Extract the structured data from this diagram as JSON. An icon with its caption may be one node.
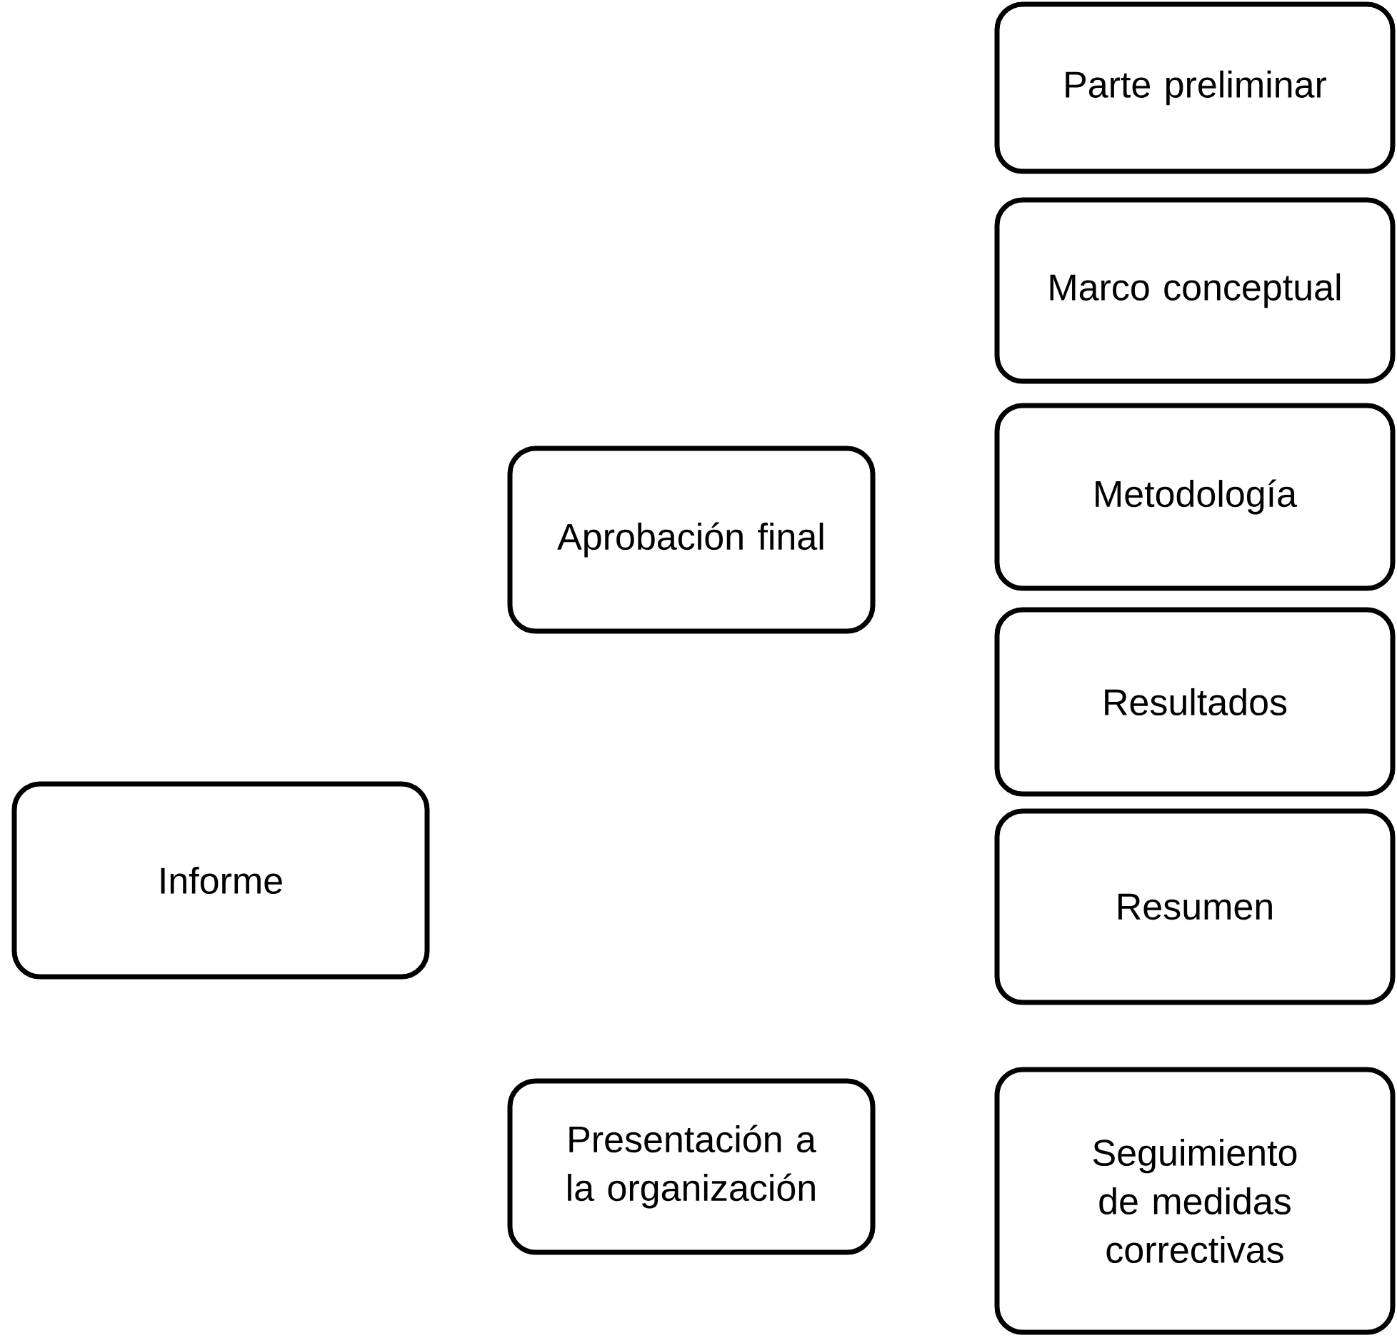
{
  "diagram": {
    "nodes": [
      {
        "text": [
          "Informe"
        ]
      },
      {
        "text": [
          "Aprobación final"
        ]
      },
      {
        "text": [
          "Presentación a la organización"
        ]
      },
      {
        "text": [
          "Parte preliminar"
        ]
      },
      {
        "text": [
          "Marco conceptual"
        ]
      },
      {
        "text": [
          "Metodología"
        ]
      },
      {
        "text": [
          "Resultados"
        ]
      },
      {
        "text": [
          "Resumen"
        ]
      },
      {
        "text": [
          "Seguimiento de medidas correctivas"
        ]
      }
    ]
  }
}
